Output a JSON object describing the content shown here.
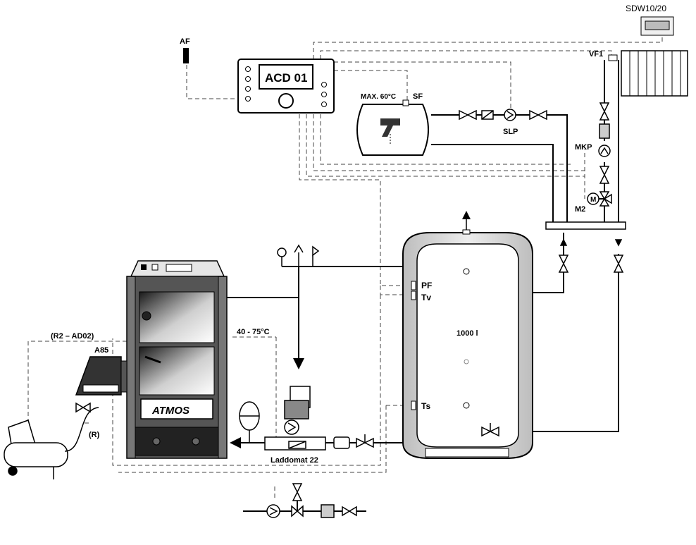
{
  "labels": {
    "sdw": "SDW10/20",
    "af": "AF",
    "controller": "ACD 01",
    "vf1": "VF1",
    "max_temp": "MAX. 60°C",
    "sf": "SF",
    "slp": "SLP",
    "mkp": "MKP",
    "m2": "M2",
    "pf": "PF",
    "tv": "Tv",
    "ts": "Ts",
    "tank_volume": "1000 l",
    "r2_ad02": "(R2 – AD02)",
    "a85": "A85",
    "r": "(R)",
    "temp_range": "40 - 75°C",
    "boiler_brand": "ATMOS",
    "laddomat": "Laddomat 22"
  },
  "colors": {
    "line": "#000000",
    "tank_fill": "#d9d9d9",
    "boiler_dark": "#3a3a3a",
    "boiler_mid": "#9a9a9a",
    "panel_light": "#e6e6e6"
  }
}
